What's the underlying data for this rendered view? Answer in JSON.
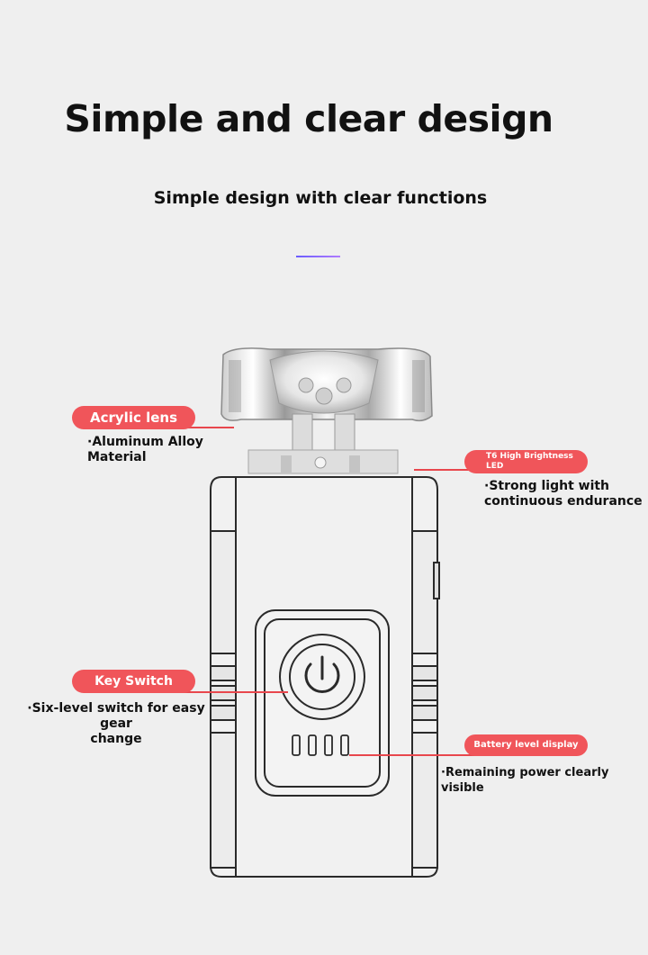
{
  "page": {
    "title": "Simple and clear design",
    "subtitle": "Simple design with clear functions"
  },
  "callouts": {
    "acrylic_lens": {
      "label": "Acrylic lens",
      "note_line1": "·Aluminum Alloy",
      "note_line2": "Material"
    },
    "t6_led": {
      "label_line1": "T6 High Brightness",
      "label_line2": "LED",
      "note_line1": "·Strong light with",
      "note_line2": "continuous endurance"
    },
    "key_switch": {
      "label": "Key Switch",
      "note_line1": "·Six-level switch for easy gear",
      "note_line2": "change"
    },
    "battery": {
      "label": "Battery level display",
      "note": "·Remaining power clearly visible"
    }
  },
  "colors": {
    "accent": "#f0555a",
    "background": "#efefef",
    "divider_start": "#6a5cff",
    "divider_end": "#b07cff"
  },
  "icons": [
    "power-icon",
    "battery-level-bars-icon"
  ]
}
